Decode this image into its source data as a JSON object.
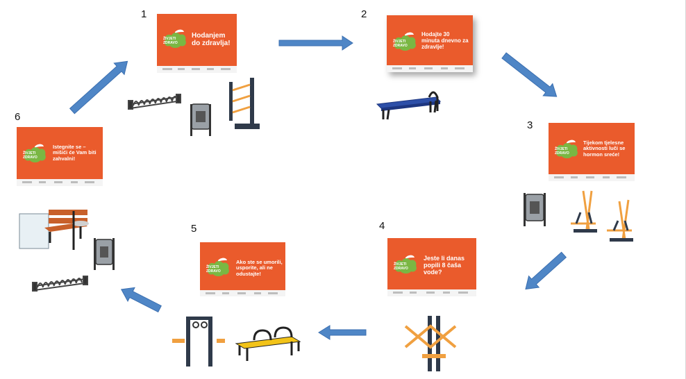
{
  "steps": [
    {
      "number": "1",
      "brand_line1": "ŽIVJETI",
      "brand_line2": "ZDRAVO",
      "message": "Hodanjem do zdravlja!",
      "equipment": [
        "bicycle-rack-icon",
        "waste-bin-icon",
        "stretching-frame-icon"
      ]
    },
    {
      "number": "2",
      "brand_line1": "ŽIVJETI",
      "brand_line2": "ZDRAVO",
      "message": "Hodajte 30 minuta dnevno za zdravlje!",
      "equipment": [
        "bench-icon"
      ]
    },
    {
      "number": "3",
      "brand_line1": "ŽIVJETI",
      "brand_line2": "ZDRAVO",
      "message": "Tijekom tjelesne aktivnosti luči se hormon sreće!",
      "equipment": [
        "waste-bin-icon",
        "cross-trainer-icon",
        "cross-trainer-icon"
      ]
    },
    {
      "number": "4",
      "brand_line1": "ŽIVJETI",
      "brand_line2": "ZDRAVO",
      "message": "Jeste li danas popili 8 čaša vode?",
      "equipment": [
        "dip-station-icon"
      ]
    },
    {
      "number": "5",
      "brand_line1": "ŽIVJETI",
      "brand_line2": "ZDRAVO",
      "message": "Ako ste se umorili, usporite, ali ne odustajte!",
      "equipment": [
        "gymnastic-rings-frame-icon",
        "workout-bench-icon"
      ]
    },
    {
      "number": "6",
      "brand_line1": "ŽIVJETI",
      "brand_line2": "ZDRAVO",
      "message": "Istegnite se – mišići će Vam biti zahvalni!",
      "equipment": [
        "bench-with-table-icon",
        "waste-bin-icon",
        "bicycle-rack-icon"
      ]
    }
  ],
  "colors": {
    "sign_orange": "#ea5b2c",
    "logo_green": "#7ab743",
    "arrow_blue": "#4f86c6",
    "arrow_outline": "#3b6fb0",
    "equipment_orange": "#f0a040",
    "equipment_dark": "#2f3a4a"
  }
}
